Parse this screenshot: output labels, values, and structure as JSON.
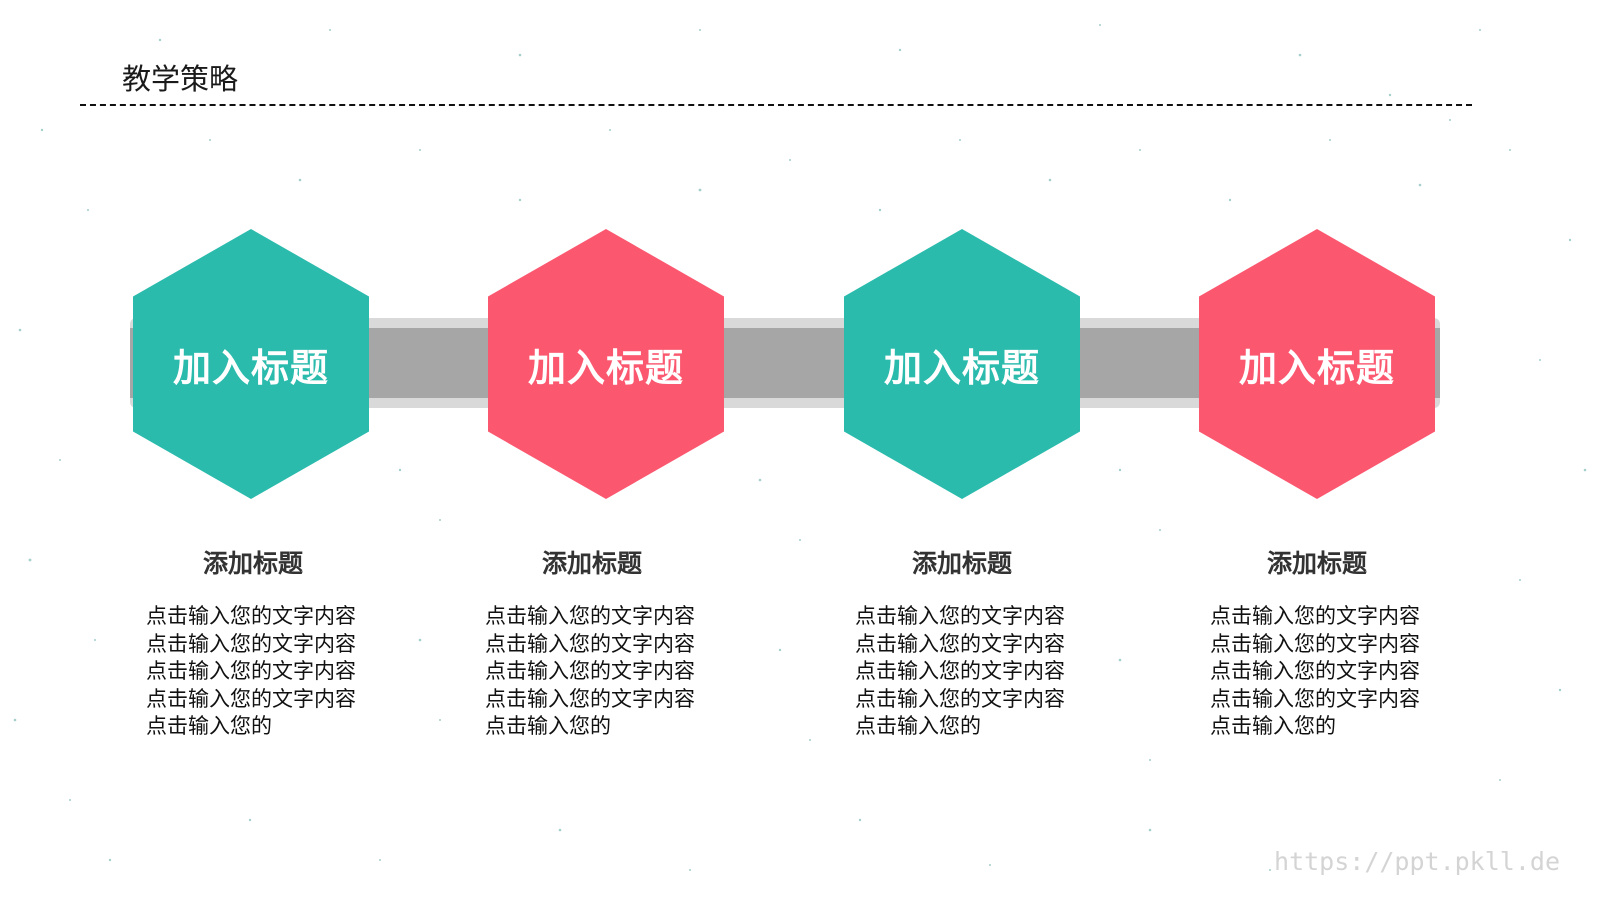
{
  "page": {
    "title": "教学策略",
    "watermark": "https://ppt.pkll.de"
  },
  "colors": {
    "teal": "#2bbbad",
    "red": "#fb5870",
    "band_outer": "#d9d9d9",
    "band_inner": "#a6a6a6",
    "speckle": "#5aa8a0"
  },
  "steps": [
    {
      "hex_label": "加入标题",
      "color": "teal",
      "caption": "添加标题",
      "body": "点击输入您的文字内容点击输入您的文字内容点击输入您的文字内容点击输入您的文字内容点击输入您的"
    },
    {
      "hex_label": "加入标题",
      "color": "red",
      "caption": "添加标题",
      "body": "点击输入您的文字内容点击输入您的文字内容点击输入您的文字内容点击输入您的文字内容点击输入您的"
    },
    {
      "hex_label": "加入标题",
      "color": "teal",
      "caption": "添加标题",
      "body": "点击输入您的文字内容点击输入您的文字内容点击输入您的文字内容点击输入您的文字内容点击输入您的"
    },
    {
      "hex_label": "加入标题",
      "color": "red",
      "caption": "添加标题",
      "body": "点击输入您的文字内容点击输入您的文字内容点击输入您的文字内容点击输入您的文字内容点击输入您的"
    }
  ]
}
